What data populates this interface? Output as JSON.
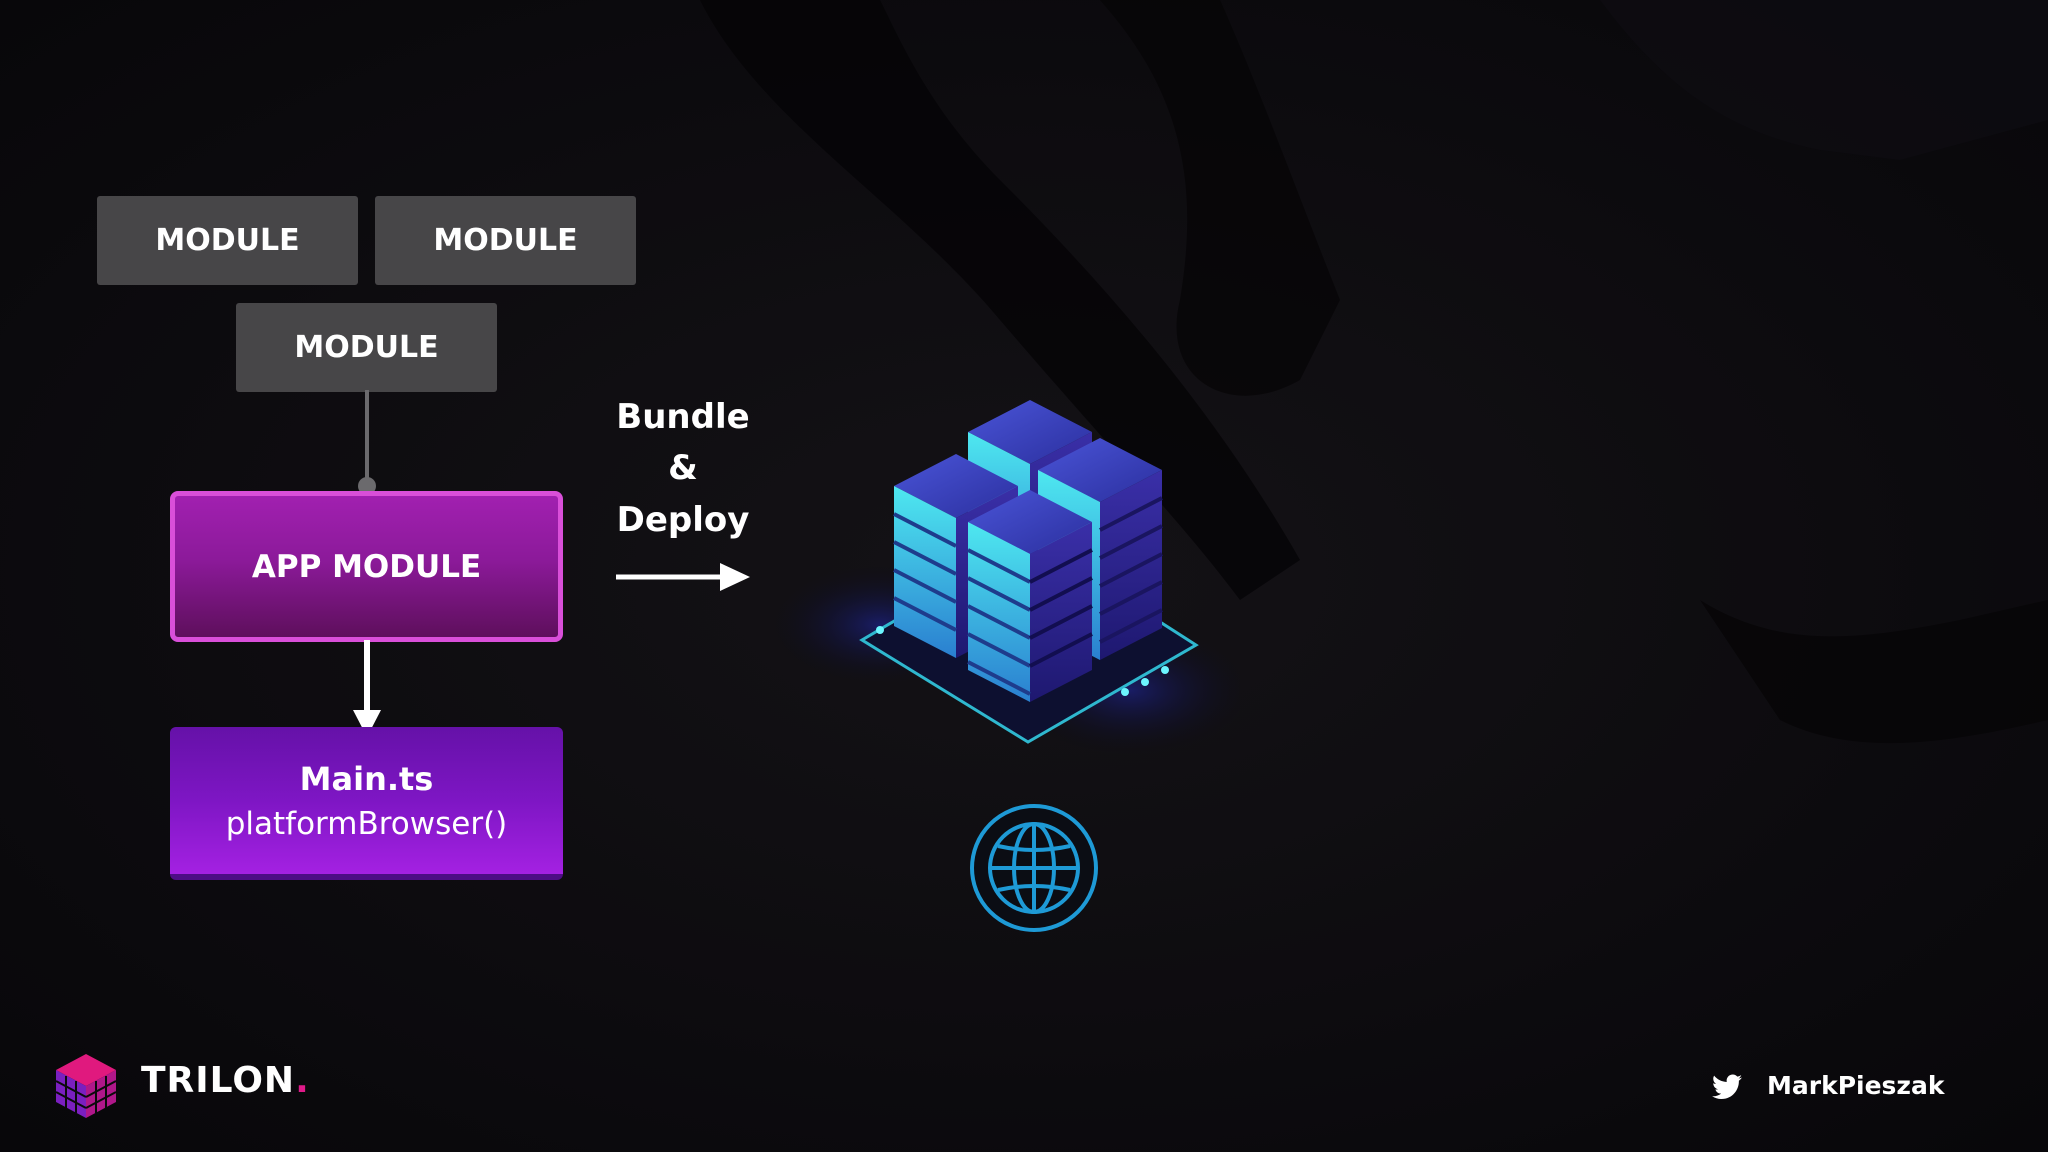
{
  "modules": {
    "top_left": "MODULE",
    "top_right": "MODULE",
    "middle": "MODULE"
  },
  "app_module": "APP MODULE",
  "main": {
    "title": "Main.ts",
    "subtitle": "platformBrowser()"
  },
  "bundle_label": {
    "line1": "Bundle",
    "line2": "&",
    "line3": "Deploy"
  },
  "brand": {
    "name": "TRILON",
    "dot": "."
  },
  "social": {
    "handle": "MarkPieszak",
    "icon": "twitter-bird-icon"
  },
  "icons": {
    "server": "server-stack-icon",
    "globe": "globe-icon",
    "logo": "trilon-cube-logo"
  },
  "colors": {
    "background": "#0b0a0c",
    "module": "#474648",
    "app_module": "#a120b0",
    "app_border": "#d94fd9",
    "main_box": "#7e16c4",
    "accent_pink": "#e01a8a",
    "server_cyan": "#3fd6e8",
    "globe_blue": "#1e9ad6"
  }
}
